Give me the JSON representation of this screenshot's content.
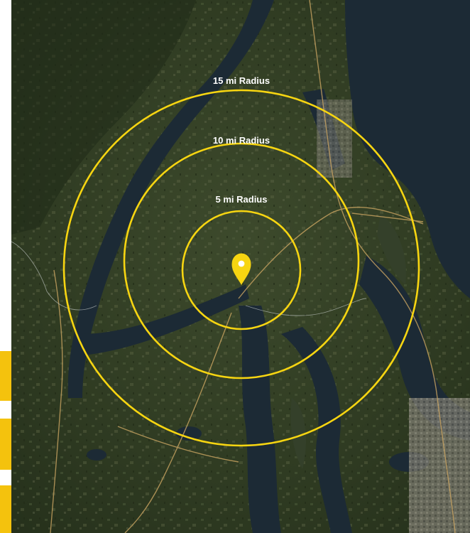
{
  "map": {
    "type": "satellite-radius-map",
    "ring_color": "#f7d511",
    "marker_color": "#f7d511",
    "tab_color": "#f4c20d",
    "marker_icon": "location-pin-icon",
    "rings": [
      {
        "radius_miles": 15,
        "label": "15 mi Radius"
      },
      {
        "radius_miles": 10,
        "label": "10 mi Radius"
      },
      {
        "radius_miles": 5,
        "label": "5 mi Radius"
      }
    ]
  }
}
